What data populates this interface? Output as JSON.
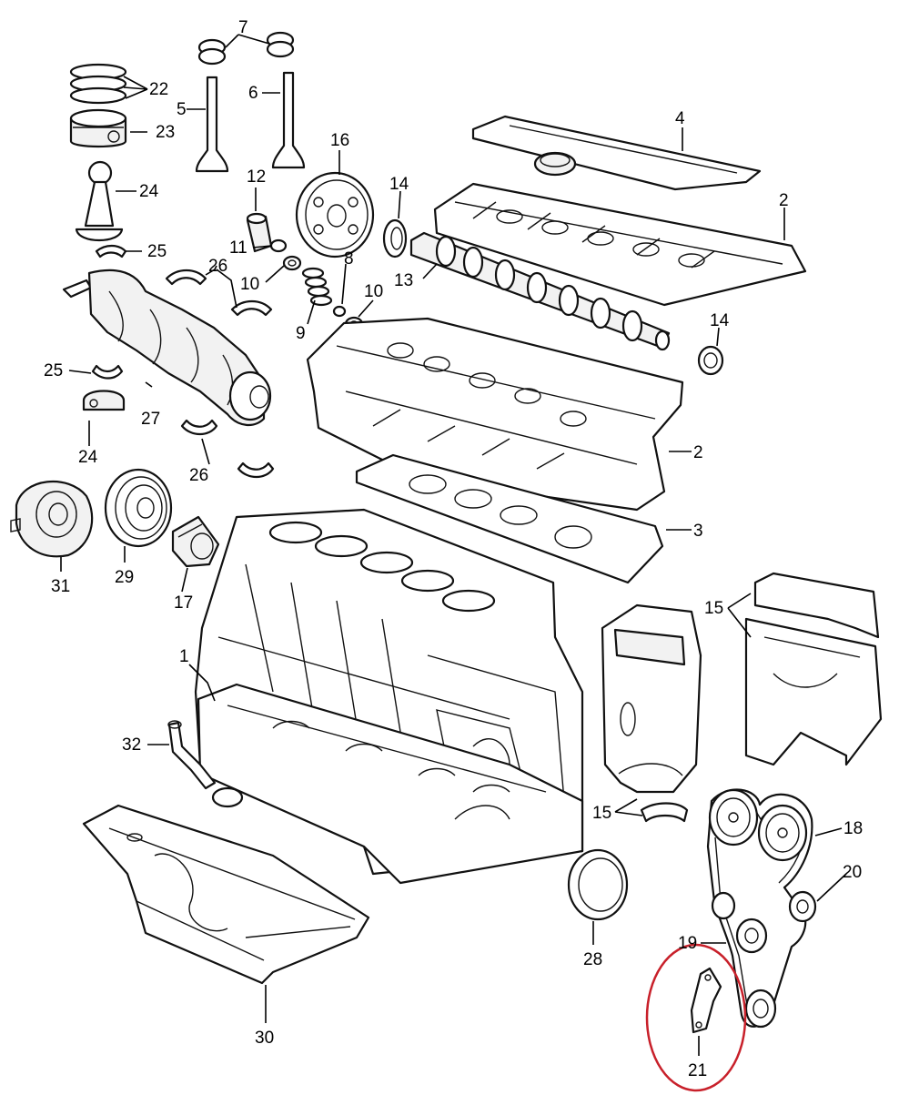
{
  "colors": {
    "line": "#111111",
    "highlight": "#c8202a",
    "background": "#ffffff"
  },
  "labels": [
    {
      "id": "l1",
      "text": "1"
    },
    {
      "id": "l2a",
      "text": "2"
    },
    {
      "id": "l2b",
      "text": "2"
    },
    {
      "id": "l3",
      "text": "3"
    },
    {
      "id": "l4",
      "text": "4"
    },
    {
      "id": "l5",
      "text": "5"
    },
    {
      "id": "l6",
      "text": "6"
    },
    {
      "id": "l7",
      "text": "7"
    },
    {
      "id": "l8",
      "text": "8"
    },
    {
      "id": "l9",
      "text": "9"
    },
    {
      "id": "l10a",
      "text": "10"
    },
    {
      "id": "l10b",
      "text": "10"
    },
    {
      "id": "l11",
      "text": "11"
    },
    {
      "id": "l12",
      "text": "12"
    },
    {
      "id": "l13",
      "text": "13"
    },
    {
      "id": "l14a",
      "text": "14"
    },
    {
      "id": "l14b",
      "text": "14"
    },
    {
      "id": "l15a",
      "text": "15"
    },
    {
      "id": "l15b",
      "text": "15"
    },
    {
      "id": "l16",
      "text": "16"
    },
    {
      "id": "l17",
      "text": "17"
    },
    {
      "id": "l18",
      "text": "18"
    },
    {
      "id": "l19",
      "text": "19"
    },
    {
      "id": "l20",
      "text": "20"
    },
    {
      "id": "l21",
      "text": "21"
    },
    {
      "id": "l22",
      "text": "22"
    },
    {
      "id": "l23",
      "text": "23"
    },
    {
      "id": "l24a",
      "text": "24"
    },
    {
      "id": "l24b",
      "text": "24"
    },
    {
      "id": "l25a",
      "text": "25"
    },
    {
      "id": "l25b",
      "text": "25"
    },
    {
      "id": "l26a",
      "text": "26"
    },
    {
      "id": "l26b",
      "text": "26"
    },
    {
      "id": "l27",
      "text": "27"
    },
    {
      "id": "l28",
      "text": "28"
    },
    {
      "id": "l29",
      "text": "29"
    },
    {
      "id": "l30",
      "text": "30"
    },
    {
      "id": "l31",
      "text": "31"
    },
    {
      "id": "l32",
      "text": "32"
    }
  ]
}
